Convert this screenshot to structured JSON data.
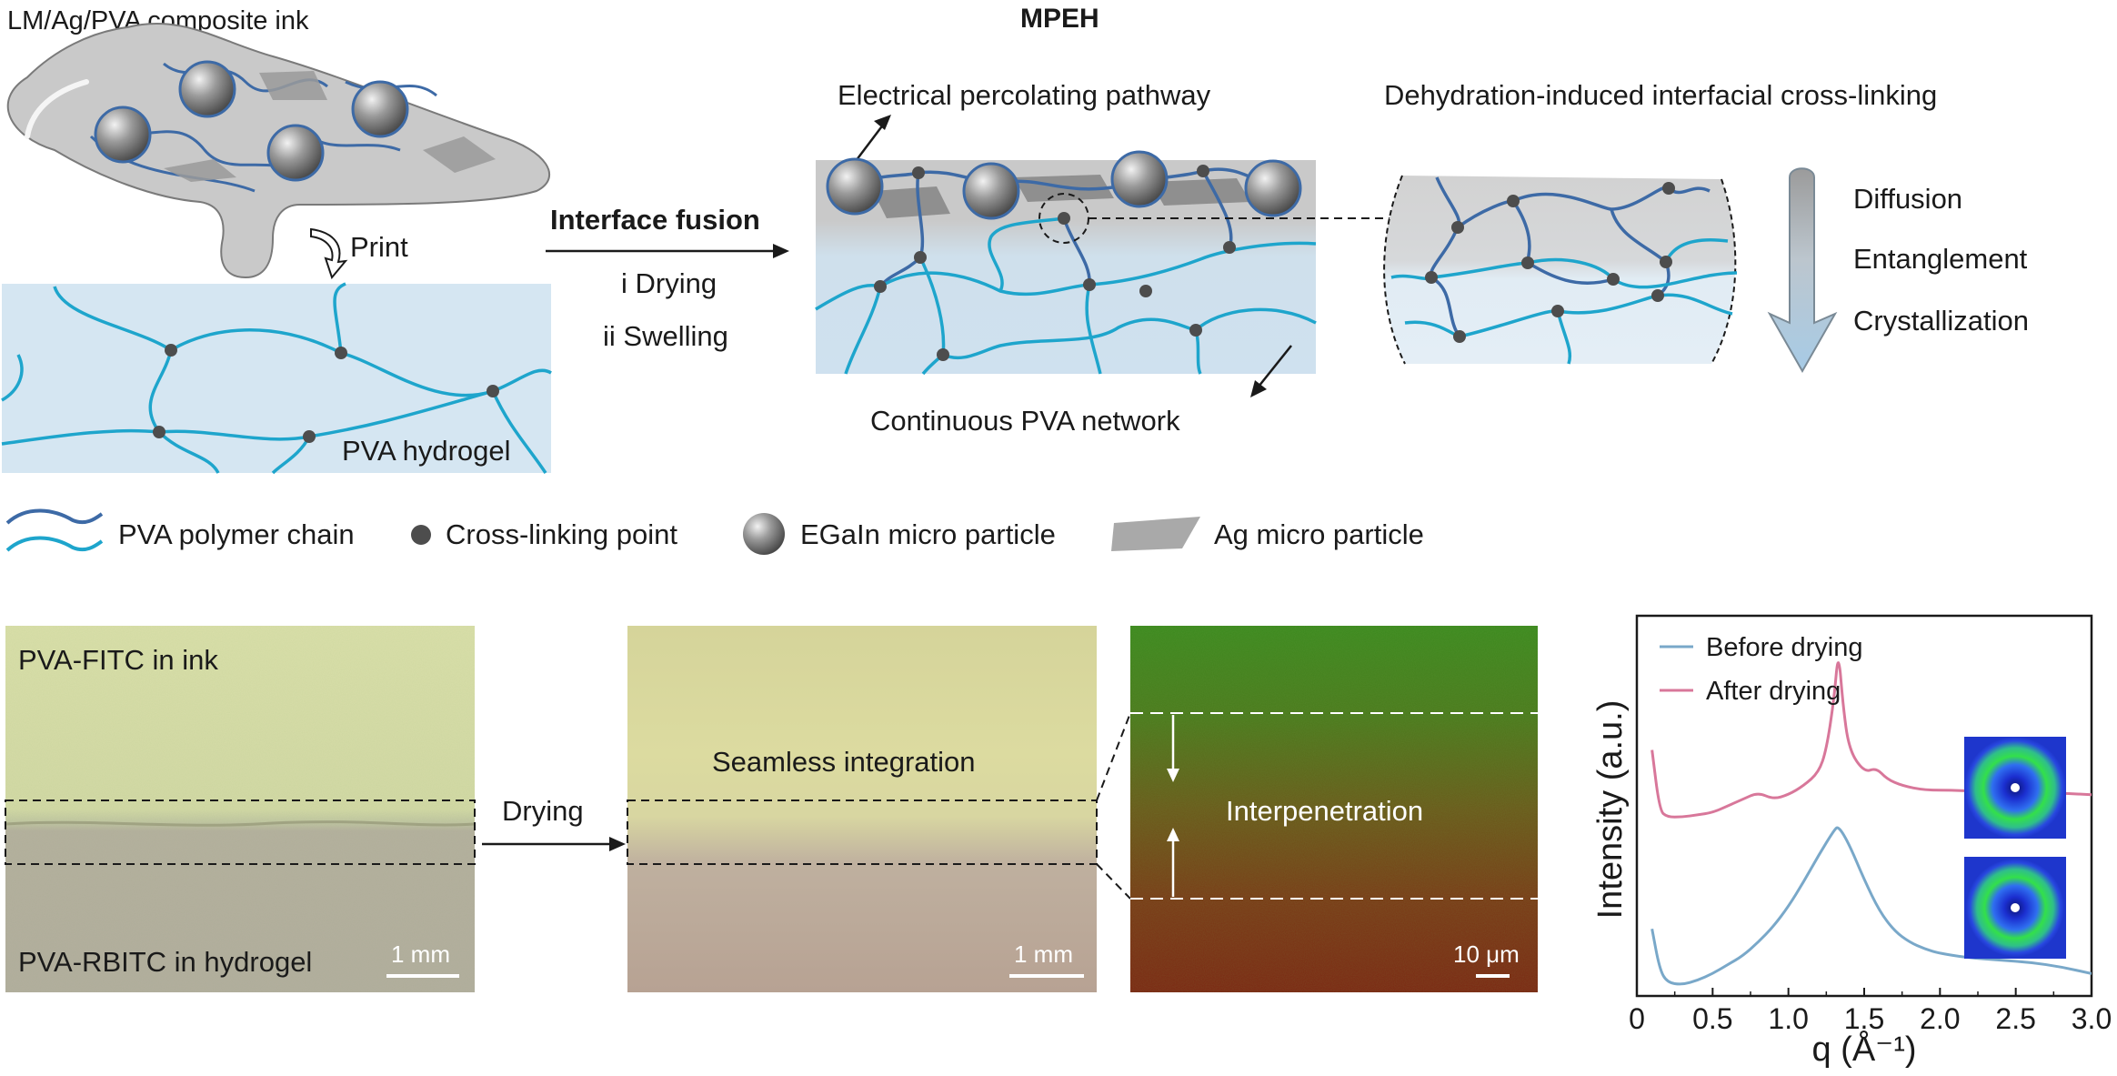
{
  "top": {
    "ink_title": "LM/Ag/PVA composite ink",
    "print_label": "Print",
    "hydrogel_label": "PVA hydrogel",
    "mpeh_title": "MPEH",
    "interface_fusion": "Interface fusion",
    "step1": "i Drying",
    "step2": "ii Swelling",
    "electrical_pathway": "Electrical percolating pathway",
    "continuous_network": "Continuous PVA network",
    "dehydration_title": "Dehydration-induced interfacial cross-linking",
    "process_steps": [
      "Diffusion",
      "Entanglement",
      "Crystallization"
    ]
  },
  "legend": {
    "chain": "PVA polymer chain",
    "crosslink": "Cross-linking point",
    "egain": "EGaIn micro particle",
    "ag": "Ag micro particle"
  },
  "images": {
    "img1_top": "PVA-FITC in ink",
    "img1_bottom": "PVA-RBITC in hydrogel",
    "img1_scale": "1 mm",
    "drying": "Drying",
    "img2_text": "Seamless integration",
    "img2_scale": "1 mm",
    "img3_text": "Interpenetration",
    "img3_scale": "10 μm"
  },
  "colors": {
    "chain_dark": "#3d6aa6",
    "chain_light": "#1ea5cc",
    "hydrogel_bg": "#d5e6f2",
    "ink_gray": "#c9c9c9",
    "crosslink": "#4d4d4d",
    "before_line": "#79a8c9",
    "after_line": "#d8779a"
  },
  "chart_data": {
    "type": "line",
    "xlabel": "q (Å⁻¹)",
    "ylabel": "Intensity (a.u.)",
    "xlim": [
      0,
      3.0
    ],
    "xticks": [
      "0",
      "0.5",
      "1.0",
      "1.5",
      "2.0",
      "2.5",
      "3.0"
    ],
    "legend_position": "top-left",
    "series": [
      {
        "name": "Before drying",
        "color": "#79a8c9",
        "x": [
          0.1,
          0.15,
          0.2,
          0.3,
          0.4,
          0.5,
          0.6,
          0.7,
          0.8,
          0.9,
          1.0,
          1.1,
          1.2,
          1.3,
          1.33,
          1.4,
          1.5,
          1.6,
          1.7,
          1.8,
          1.9,
          2.0,
          2.2,
          2.4,
          2.6,
          2.8,
          3.0
        ],
        "y": [
          0.3,
          0.12,
          0.06,
          0.05,
          0.07,
          0.1,
          0.14,
          0.18,
          0.24,
          0.31,
          0.4,
          0.51,
          0.63,
          0.74,
          0.76,
          0.68,
          0.52,
          0.38,
          0.29,
          0.24,
          0.21,
          0.19,
          0.17,
          0.16,
          0.15,
          0.13,
          0.1
        ]
      },
      {
        "name": "After drying",
        "color": "#d8779a",
        "x": [
          0.1,
          0.15,
          0.2,
          0.3,
          0.4,
          0.5,
          0.6,
          0.7,
          0.8,
          0.9,
          1.0,
          1.1,
          1.2,
          1.25,
          1.3,
          1.33,
          1.36,
          1.4,
          1.5,
          1.58,
          1.65,
          1.75,
          1.9,
          2.1,
          2.4,
          2.7,
          3.0
        ],
        "y": [
          1.1,
          0.83,
          0.8,
          0.8,
          0.81,
          0.82,
          0.85,
          0.88,
          0.91,
          0.88,
          0.9,
          0.94,
          1.0,
          1.1,
          1.32,
          1.55,
          1.3,
          1.1,
          1.0,
          1.02,
          0.97,
          0.94,
          0.92,
          0.92,
          0.91,
          0.91,
          0.9
        ]
      }
    ]
  }
}
